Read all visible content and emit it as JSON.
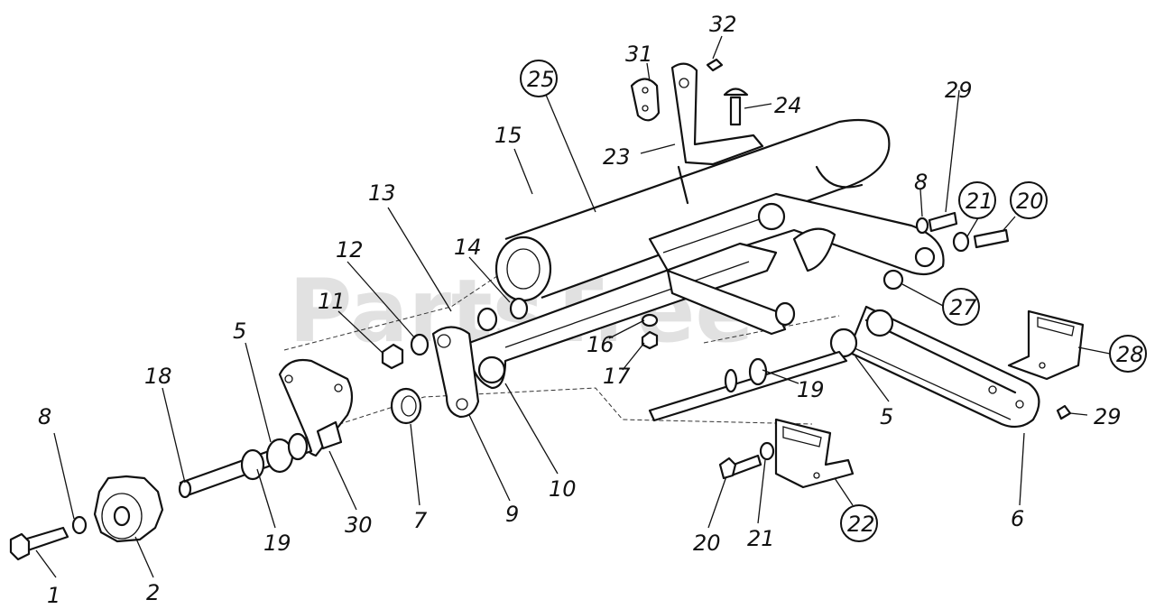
{
  "watermark": "PartsTree",
  "callouts": {
    "c1": "1",
    "c2": "2",
    "c5a": "5",
    "c5b": "5",
    "c6": "6",
    "c7": "7",
    "c8a": "8",
    "c8b": "8",
    "c9": "9",
    "c10": "10",
    "c11": "11",
    "c12": "12",
    "c13": "13",
    "c14": "14",
    "c15": "15",
    "c16": "16",
    "c17": "17",
    "c18": "18",
    "c19a": "19",
    "c19b": "19",
    "c20a": "20",
    "c20b": "20",
    "c21a": "21",
    "c21b": "21",
    "c22": "22",
    "c23": "23",
    "c24": "24",
    "c25": "25",
    "c27": "27",
    "c28": "28",
    "c29a": "29",
    "c29b": "29",
    "c30": "30",
    "c31": "31",
    "c32": "32"
  }
}
